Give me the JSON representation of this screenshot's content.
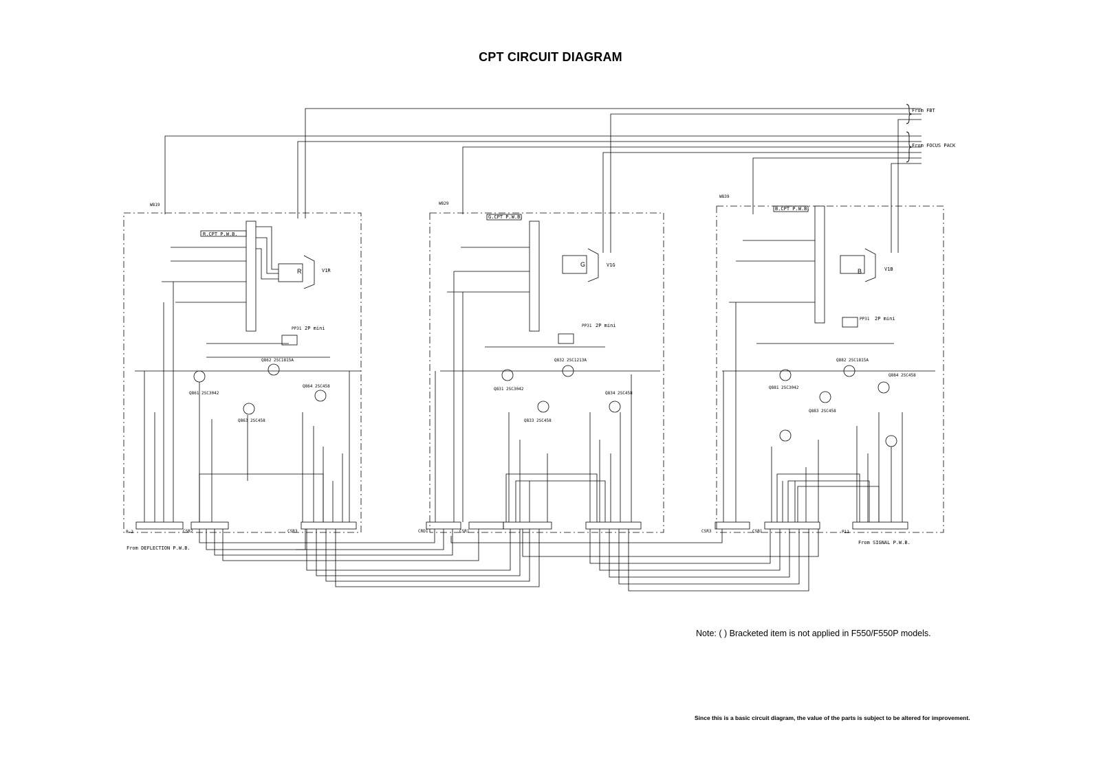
{
  "title": "CPT CIRCUIT DIAGRAM",
  "note": "Note: ( ) Bracketed item is not applied in F550/F550P models.",
  "disclaimer": "Since this is a basic circuit diagram, the value of the parts is subject to be altered for improvement.",
  "inputs": {
    "from_fbt": "From FBT",
    "from_focus_pack": "From FOCUS PACK",
    "from_deflection": "From DEFLECTION P.W.B.",
    "from_signal": "From SIGNAL P.W.B."
  },
  "boards": {
    "r": {
      "pwb_label": "R.CPT P.W.B.",
      "socket": "R",
      "socket_ref": "V1R",
      "conn": "PP31",
      "conn_type": "2P mini",
      "w_ref": "W819"
    },
    "g": {
      "pwb_label": "G.CPT P.W.B.",
      "socket": "G",
      "socket_ref": "V1G",
      "conn": "PP31",
      "conn_type": "2P mini",
      "w_ref": "W829"
    },
    "b": {
      "pwb_label": "B.CPT P.W.B.",
      "socket": "B",
      "socket_ref": "V1B",
      "conn": "PP31",
      "conn_type": "2P mini",
      "w_ref": "W839"
    }
  },
  "connectors": {
    "p2": "P-2",
    "p11": "P11",
    "mid_left": [
      "CSR2",
      "CSR3",
      "CRD1",
      "CSR1"
    ],
    "right": [
      "CSR3",
      "CSB1"
    ]
  },
  "components": {
    "r_transistors": [
      "Q861 2SC3042",
      "Q862 2SC1815A",
      "Q863 2SC458",
      "Q864 2SC458"
    ],
    "g_transistors": [
      "Q831 2SC3042",
      "Q832 2SC1213A",
      "Q833 2SC458",
      "Q834 2SC458"
    ],
    "b_transistors": [
      "Q881 2SC3042",
      "Q882 2SC1815A",
      "Q883 2SC458",
      "Q884 2SC458"
    ]
  },
  "colors": {
    "ink": "#000000",
    "background": "#ffffff"
  }
}
